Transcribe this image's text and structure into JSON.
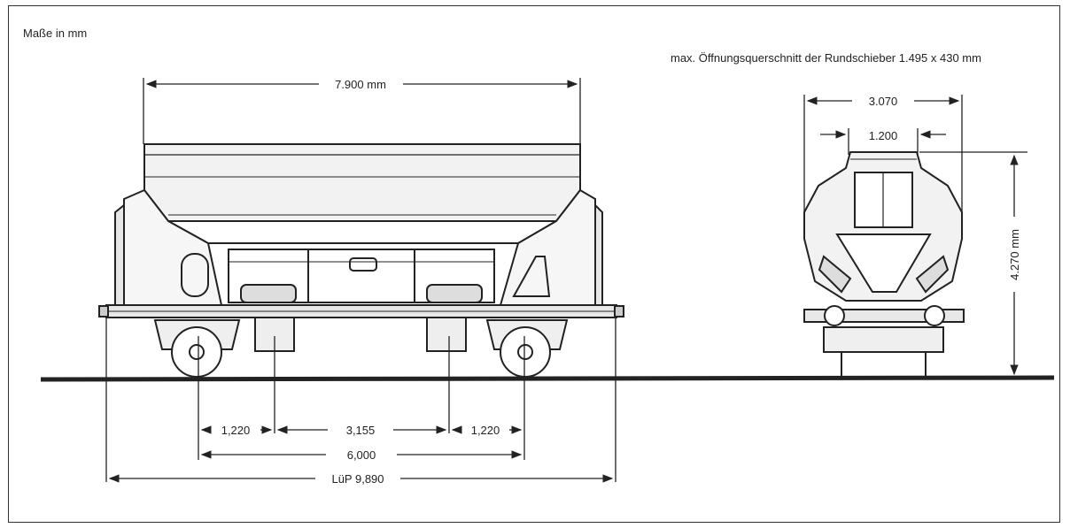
{
  "units_label": "Maße in mm",
  "opening_note": "max. Öffnungsquerschnitt der Rundschieber 1.495 x 430 mm",
  "side_view": {
    "body_length": "7.900 mm",
    "bogie_end_left": "1,220",
    "bogie_centers_gap": "3,155",
    "bogie_end_right": "1,220",
    "bogie_pivot_distance": "6,000",
    "length_over_buffers": "LüP 9,890"
  },
  "end_view": {
    "overall_width": "3.070",
    "roof_width": "1.200",
    "overall_height": "4.270 mm"
  }
}
